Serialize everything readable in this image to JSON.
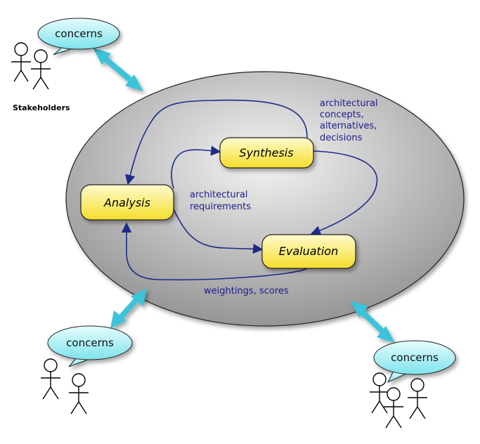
{
  "stakeholder_caption": "Stakeholders",
  "bubbles": {
    "top_left": "concerns",
    "bottom_left": "concerns",
    "bottom_right": "concerns"
  },
  "nodes": {
    "analysis": "Analysis",
    "synthesis": "Synthesis",
    "evaluation": "Evaluation"
  },
  "flows": {
    "concepts": [
      "architectural",
      "concepts,",
      "alternatives,",
      "decisions"
    ],
    "requirements": [
      "architectural",
      "requirements"
    ],
    "weightings": "weightings, scores"
  },
  "colors": {
    "ellipse_light": "#f4f4f4",
    "ellipse_dark": "#8e8e8e",
    "node_light": "#fffbd0",
    "node_dark": "#f5dd2a",
    "bubble_light": "#e6fcfc",
    "bubble_dark": "#7ee3ec",
    "double_arrow": "#3ec3d9",
    "flow_arrow": "#1e2a8a"
  }
}
